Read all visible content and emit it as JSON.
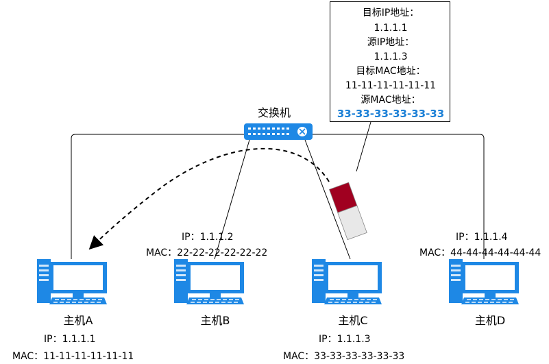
{
  "switch": {
    "label": "交换机"
  },
  "hosts": [
    {
      "name": "主机A",
      "ip": "IP：1.1.1.1",
      "mac": "MAC：11-11-11-11-11-11"
    },
    {
      "name": "主机B",
      "ip": "IP：1.1.1.2",
      "mac": "MAC：22-22-22-22-22-22"
    },
    {
      "name": "主机C",
      "ip": "IP：1.1.1.3",
      "mac": "MAC：33-33-33-33-33-33"
    },
    {
      "name": "主机D",
      "ip": "IP：1.1.1.4",
      "mac": "MAC：44-44-44-44-44-44"
    }
  ],
  "packet": {
    "dst_ip_label": "目标IP地址：",
    "dst_ip": "1.1.1.1",
    "src_ip_label": "源IP地址：",
    "src_ip": "1.1.1.3",
    "dst_mac_label": "目标MAC地址：",
    "dst_mac": "11-11-11-11-11-11",
    "src_mac_label": "源MAC地址：",
    "src_mac": "33-33-33-33-33-33"
  },
  "colors": {
    "highlight": "#1a7fd6",
    "computer": "#1e88e5",
    "packet_top": "#a00020",
    "packet_bottom": "#e8e8e8"
  }
}
